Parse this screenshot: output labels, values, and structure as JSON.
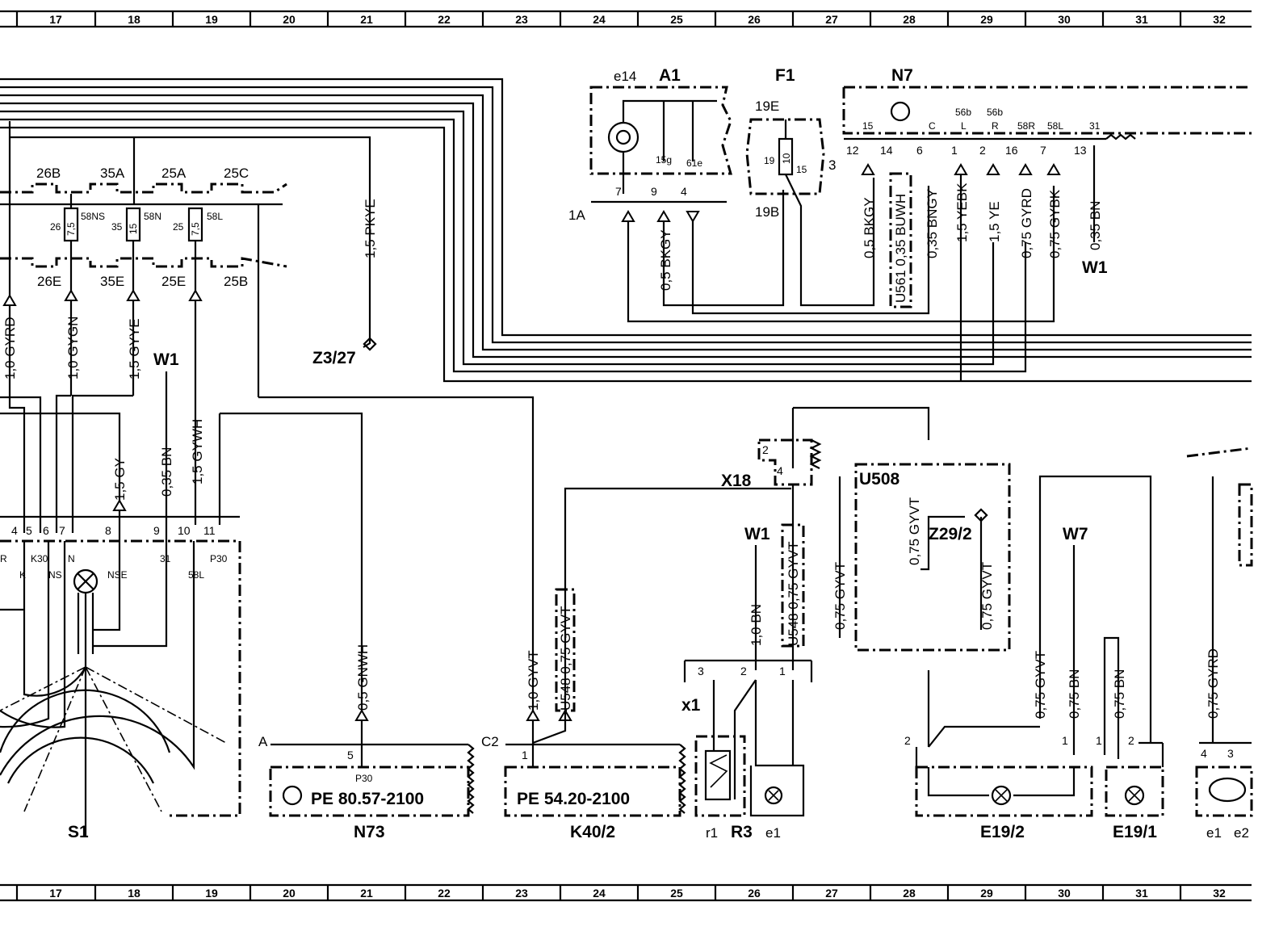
{
  "grid": {
    "numbers": [
      "17",
      "18",
      "19",
      "20",
      "21",
      "22",
      "23",
      "24",
      "25",
      "26",
      "27",
      "28",
      "29",
      "30",
      "31",
      "32"
    ]
  },
  "components": {
    "e14": "e14",
    "A1": "A1",
    "F1": "F1",
    "N7": "N7",
    "S1": "S1",
    "N73": "N73",
    "K40_2": "K40/2",
    "R3": "R3",
    "r1": "r1",
    "e1": "e1",
    "E19_2": "E19/2",
    "E19_1": "E19/1",
    "e1b": "e1",
    "e2": "e2",
    "X18": "X18",
    "x1": "x1",
    "U508": "U508",
    "Z29_2": "Z29/2",
    "Z3_27": "Z3/27",
    "W1a": "W1",
    "W1b": "W1",
    "W1c": "W1",
    "W7": "W7"
  },
  "fuse_box": {
    "top_labels": [
      "26B",
      "35A",
      "25A",
      "25C"
    ],
    "bottom_labels": [
      "26E",
      "35E",
      "25E",
      "25B"
    ],
    "fuses": [
      {
        "num": "26",
        "rating": "7,5",
        "tag": "58NS"
      },
      {
        "num": "35",
        "rating": "15",
        "tag": "58N"
      },
      {
        "num": "25",
        "rating": "7,5",
        "tag": "58L"
      }
    ]
  },
  "wires": {
    "w_gyrd": "1,0  GYRD",
    "w_gygn": "1,0  GYGN",
    "w_gyye": "1,5  GYYE",
    "w_pkye": "1,5  PKYE",
    "w_gy": "1,5  GY",
    "w_bn035": "0,35  BN",
    "w_gywh": "1,5  GYWH",
    "w_gnwh": "0,5  GNWH",
    "w_gyvt10": "1,0  GYVT",
    "w_u548a": "U548  0,75  GYVT",
    "w_bkgy_a1": "0,5  BKGY",
    "w_bkgy_n7": "0,5  BKGY",
    "w_buwh": "U561  0,35  BUWH",
    "w_bngy": "0,35  BNGY",
    "w_yebk": "1,5  YEBK",
    "w_ye": "1,5  YE",
    "w_gyrd075": "0,75  GYRD",
    "w_gybk": "0,75  GYBK",
    "w_bn_n7": "0,35  BN",
    "w_bn10": "1,0  BN",
    "w_u548b": "U548  0,75  GYVT",
    "w_gyvt_l": "0,75  GYVT",
    "w_gyvt_z": "0,75  GYVT",
    "w_gyvt_r": "0,75  GYVT",
    "w_gyvt_e19": "0,75  GYVT",
    "w_bn_w7": "0,75  BN",
    "w_bn_e191": "0,75  BN",
    "w_gyrd_e": "0,75  GYRD"
  },
  "a1": {
    "pins": [
      "7",
      "9",
      "4"
    ],
    "tags": [
      "15g",
      "61e"
    ],
    "conn": "1A"
  },
  "f1": {
    "top": "19E",
    "bottom": "19B",
    "num": "19",
    "rating": "10",
    "pin": "15",
    "side": "3"
  },
  "n7": {
    "pins": [
      "12",
      "14",
      "6",
      "1",
      "2",
      "16",
      "7",
      "13"
    ],
    "tags": [
      "15",
      "C",
      "56b",
      "L",
      "56b",
      "R",
      "58R",
      "58L",
      "31"
    ]
  },
  "s1": {
    "pins": [
      "4",
      "5",
      "6",
      "7",
      "8",
      "9",
      "10",
      "11"
    ],
    "tags": [
      "R",
      "K",
      "K30",
      "NS",
      "N",
      "NSE",
      "31",
      "58L",
      "P30"
    ]
  },
  "n73": {
    "conn": "A",
    "pin": "5",
    "tag": "P30",
    "ref": "PE  80.57-2100"
  },
  "k40": {
    "conn": "C2",
    "pin": "1",
    "ref": "PE  54.20-2100"
  },
  "x18": {
    "pins": [
      "2",
      "4"
    ]
  },
  "r3": {
    "pins": [
      "3",
      "2",
      "1"
    ]
  },
  "e19": {
    "pins_a": [
      "2",
      "1"
    ],
    "pins_b": [
      "1",
      "2"
    ]
  },
  "e_right": {
    "pins": [
      "4",
      "3"
    ]
  }
}
